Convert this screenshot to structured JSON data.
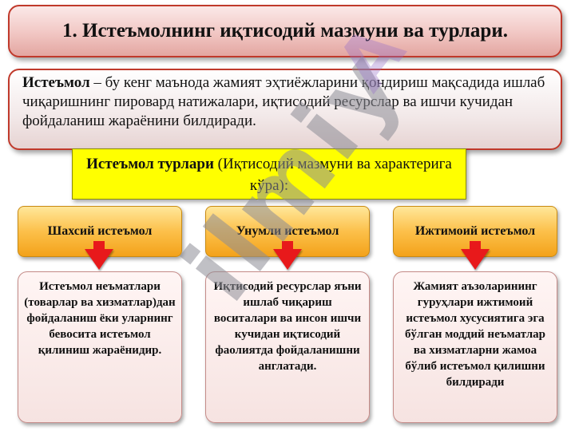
{
  "title": "1. Истеъмолнинг иқтисодий мазмуни ва турлари.",
  "definition": {
    "term": "Истеъмол",
    "text": " – бу кенг маънода жамият эҳтиёжларини қондириш мақсадида ишлаб чиқаришнинг пировард натижалари, иқтисодий ресурслар ва ишчи кучидан фойдаланиш жараёнини билдиради."
  },
  "types": {
    "heading": "Истеъмол турлари",
    "subheading": " (Иқтисодий мазмуни ва характерига кўра):"
  },
  "categories": [
    {
      "header": "Шахсий истеъмол",
      "description": "Истеъмол неъматлари (товарлар ва хизматлар)дан фойдаланиш ёки уларнинг бевосита истеъмол қилиниш жараёнидир."
    },
    {
      "header": "Унумли истеъмол",
      "description": "Иқтисодий ресурслар яъни ишлаб чиқариш воситалари ва инсон ишчи кучидан иқтисодий фаолиятда фойдаланишни англатади."
    },
    {
      "header": "Ижтимоий истеъмол",
      "description": "Жамият аъзоларининг гуруҳлари ижтимоий истеъмол хусусиятига эга бўлган моддий неъматлар ва хизматларни жамоа бўлиб истеъмол қилишни билдиради"
    }
  ],
  "watermark": "ilmiy",
  "watermark_accent": "A"
}
